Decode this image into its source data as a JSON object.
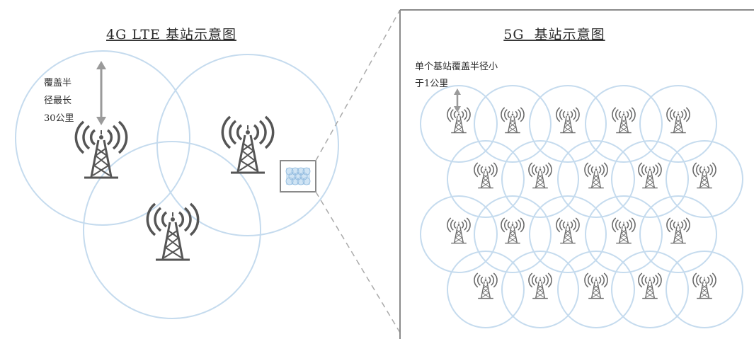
{
  "lte": {
    "title": "4G LTE 基站示意图",
    "radius_note_lines": [
      "覆盖半",
      "径最长",
      "30公里"
    ]
  },
  "fiveg": {
    "title": "5G  基站示意图",
    "radius_note_lines": [
      "单个基站覆盖半径小",
      "于1公里"
    ]
  },
  "colors": {
    "coverage_circle": "#c5dbee",
    "tower": "#555555",
    "small_tower": "#6a6a6a",
    "arrow": "#9a9a9a",
    "frame": "#8a8a8a",
    "dashed_line": "#aaaaaa",
    "inset_fill": "#bcd8f0"
  },
  "icons": {
    "tower": "cell-tower-icon",
    "small_tower": "small-cell-tower-icon"
  }
}
